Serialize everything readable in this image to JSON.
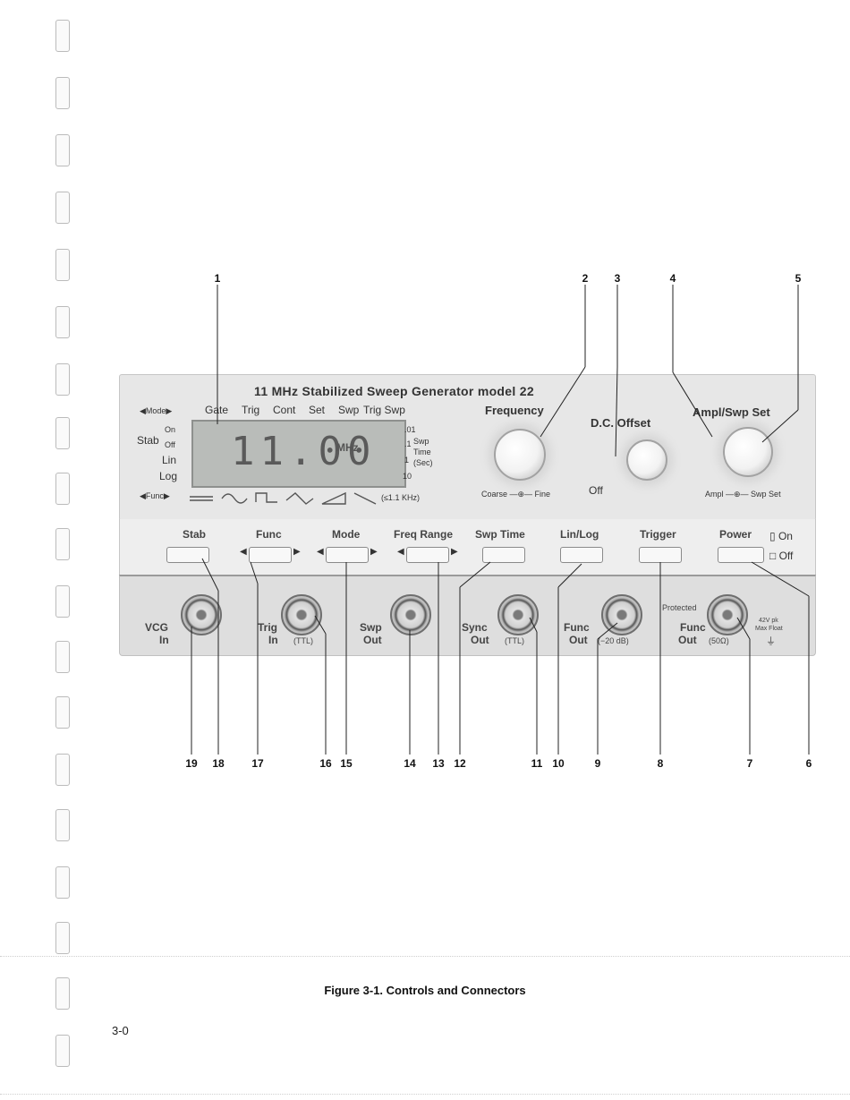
{
  "callouts_top": [
    "1",
    "2",
    "3",
    "4",
    "5"
  ],
  "callouts_bottom": [
    "19",
    "18",
    "17",
    "16",
    "15",
    "14",
    "13",
    "12",
    "11",
    "10",
    "9",
    "8",
    "7",
    "6"
  ],
  "panel": {
    "title": "11 MHz Stabilized Sweep Generator  model 22",
    "mode_marker": "◀Mode▶",
    "mode_items": [
      "Gate",
      "Trig",
      "Cont",
      "Set",
      "Swp",
      "Trig Swp"
    ],
    "stab_label": "Stab",
    "stab_items": [
      "On",
      "Off"
    ],
    "lin": "Lin",
    "log": "Log",
    "func_marker": "◀Func▶",
    "display_digits": "11.00",
    "display_unit": "MHz",
    "swp_time_values": [
      ".01",
      ".1",
      "1",
      "10"
    ],
    "swp_time_label": [
      "Swp",
      "Time",
      "(Sec)"
    ],
    "range_note": "(≤1.1 KHz)",
    "frequency_label": "Frequency",
    "coarse_fine": "Coarse —⊕— Fine",
    "dc_offset_label": "D.C. Offset",
    "off_label": "Off",
    "ampl_label": "Ampl/Swp Set",
    "ampl_swp_sub": "Ampl —⊕— Swp Set"
  },
  "buttons": [
    "Stab",
    "Func",
    "Mode",
    "Freq Range",
    "Swp Time",
    "Lin/Log",
    "Trigger",
    "Power"
  ],
  "power_states": [
    "On",
    "Off"
  ],
  "connectors": [
    {
      "label1": "VCG",
      "label2": "In",
      "sub": ""
    },
    {
      "label1": "Trig",
      "label2": "In",
      "sub": "(TTL)"
    },
    {
      "label1": "Swp",
      "label2": "Out",
      "sub": ""
    },
    {
      "label1": "Sync",
      "label2": "Out",
      "sub": "(TTL)"
    },
    {
      "label1": "Func",
      "label2": "Out",
      "sub": "(−20 dB)"
    },
    {
      "label1": "Func",
      "label2": "Out",
      "sub": "(50Ω)"
    }
  ],
  "protected_label": "Protected",
  "max_float": [
    "42V pk",
    "Max Float"
  ],
  "caption": "Figure 3-1.   Controls and Connectors",
  "page_number": "3-0"
}
